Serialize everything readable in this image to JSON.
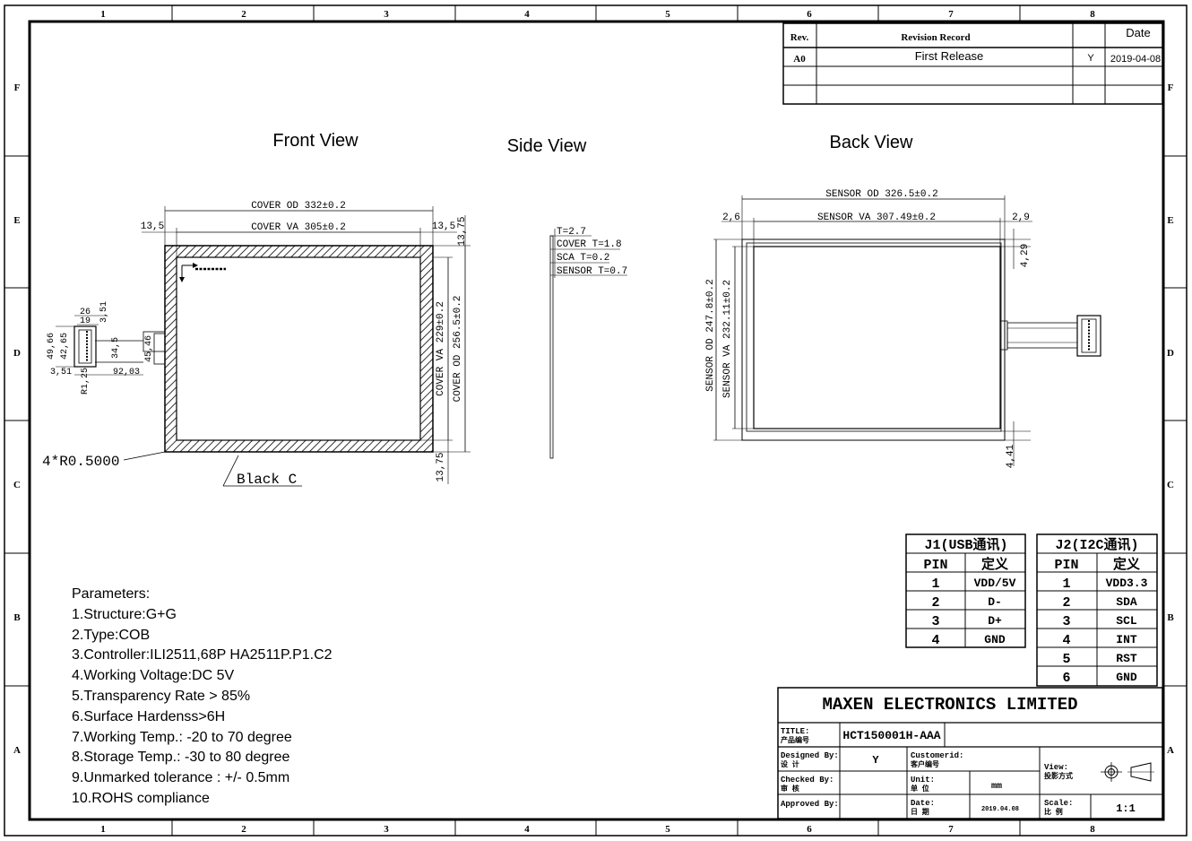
{
  "frame": {
    "col_labels": [
      "1",
      "2",
      "3",
      "4",
      "5",
      "6",
      "7",
      "8"
    ],
    "row_labels": [
      "F",
      "E",
      "D",
      "C",
      "B",
      "A"
    ]
  },
  "revision": {
    "headers": {
      "rev": "Rev.",
      "record": "Revision  Record",
      "date": "Date"
    },
    "rows": [
      {
        "rev": "A0",
        "record": "First Release",
        "flag": "Y",
        "date": "2019-04-08"
      }
    ]
  },
  "views": {
    "front": "Front View",
    "side": "Side View",
    "back": "Back View"
  },
  "front_dims": {
    "cover_od_w": "COVER OD 332±0.2",
    "cover_va_w": "COVER VA 305±0.2",
    "left_margin": "13,5",
    "right_margin": "13,5",
    "top_margin": "13,75",
    "bottom_margin": "13,75",
    "cover_va_h": "COVER VA 229±0.2",
    "cover_od_h": "COVER OD 256.5±0.2",
    "radius": "4*R0.5000",
    "border_note": "Black C",
    "fpc": {
      "d1": "26",
      "d2": "19",
      "d3": "3,51",
      "d4": "34,5",
      "d5": "49,66",
      "d6": "42,65",
      "d7": "45,46",
      "d8": "3,51",
      "d9": "R1,25",
      "d10": "92,03"
    }
  },
  "side_dims": {
    "t": "T=2.7",
    "cover": "COVER T=1.8",
    "sca": "SCA T=0.2",
    "sensor": "SENSOR T=0.7"
  },
  "back_dims": {
    "sensor_od_w": "SENSOR OD 326.5±0.2",
    "sensor_va_w": "SENSOR VA 307.49±0.2",
    "left": "2,6",
    "right": "2,9",
    "top": "4,29",
    "bottom": "4,41",
    "sensor_od_h": "SENSOR OD 247.8±0.2",
    "sensor_va_h": "SENSOR VA 232.11±0.2"
  },
  "j1": {
    "title": "J1(USB通讯)",
    "headers": [
      "PIN",
      "定义"
    ],
    "rows": [
      [
        "1",
        "VDD/5V"
      ],
      [
        "2",
        "D-"
      ],
      [
        "3",
        "D+"
      ],
      [
        "4",
        "GND"
      ]
    ]
  },
  "j2": {
    "title": "J2(I2C通讯)",
    "headers": [
      "PIN",
      "定义"
    ],
    "rows": [
      [
        "1",
        "VDD3.3"
      ],
      [
        "2",
        "SDA"
      ],
      [
        "3",
        "SCL"
      ],
      [
        "4",
        "INT"
      ],
      [
        "5",
        "RST"
      ],
      [
        "6",
        "GND"
      ]
    ]
  },
  "parameters": [
    "Parameters:",
    "1.Structure:G+G",
    "2.Type:COB",
    "3.Controller:ILI2511,68P HA2511P.P1.C2",
    "4.Working Voltage:DC 5V",
    "5.Transparency Rate > 85%",
    "6.Surface Hardenss>6H",
    "7.Working Temp.: -20 to 70 degree",
    "8.Storage Temp.: -30 to 80 degree",
    "9.Unmarked tolerance : +/- 0.5mm",
    "10.ROHS compliance"
  ],
  "title_block": {
    "company": "MAXEN ELECTRONICS LIMITED",
    "title_label": "TITLE:",
    "title_label_cn": "产品编号",
    "title_value": "HCT150001H-AAA",
    "designed_label": "Designed By:",
    "designed_cn": "设  计",
    "designed_value": "Y",
    "customer_label": "Customerid:",
    "customer_cn": "客户编号",
    "view_label": "View:",
    "view_cn": "投影方式",
    "checked_label": "Checked By:",
    "checked_cn": "审  核",
    "unit_label": "Unit:",
    "unit_cn": "单  位",
    "unit_value": "mm",
    "approved_label": "Approved By:",
    "date_label": "Date:",
    "date_cn": "日  期",
    "date_value": "2019.04.08",
    "scale_label": "Scale:",
    "scale_cn": "比  例",
    "scale_value": "1:1"
  }
}
